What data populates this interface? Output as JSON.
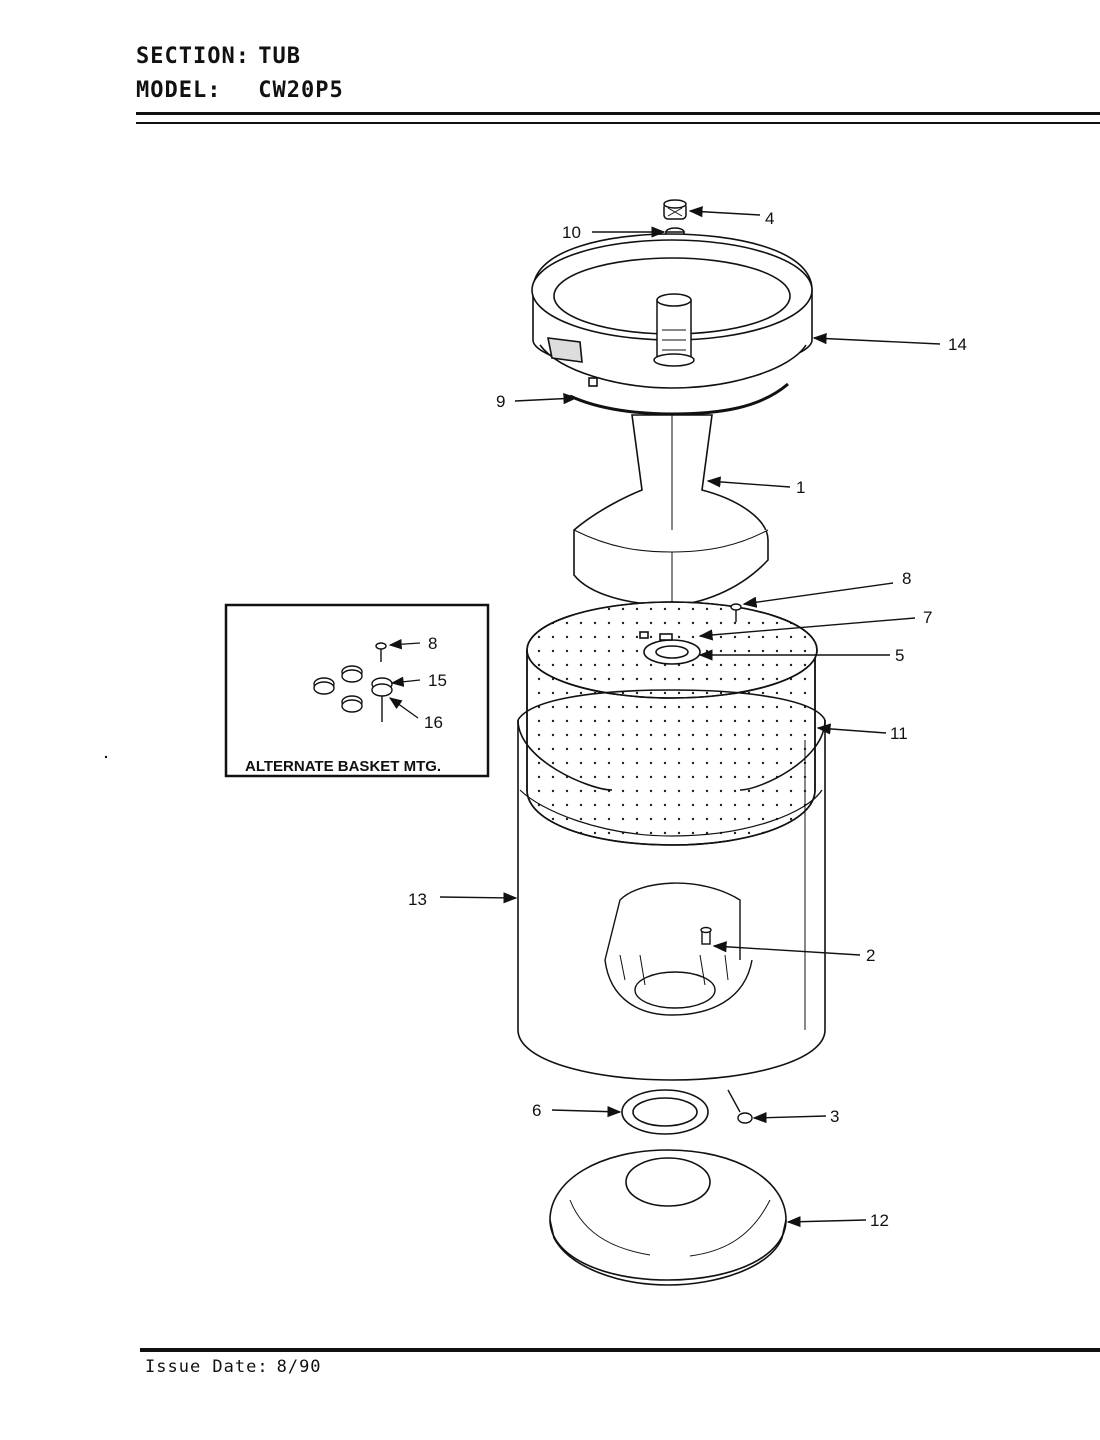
{
  "header": {
    "section_label": "SECTION:",
    "section_value": "TUB",
    "model_label": "MODEL:",
    "model_value": "CW20P5"
  },
  "inset": {
    "title": "ALTERNATE BASKET MTG."
  },
  "callouts": [
    "1",
    "2",
    "3",
    "4",
    "5",
    "6",
    "7",
    "8",
    "9",
    "10",
    "11",
    "12",
    "13",
    "14",
    "15",
    "16"
  ],
  "inset_callouts": [
    "8",
    "15",
    "16"
  ],
  "footer": {
    "issue_label": "Issue Date:",
    "issue_value": "8/90"
  }
}
